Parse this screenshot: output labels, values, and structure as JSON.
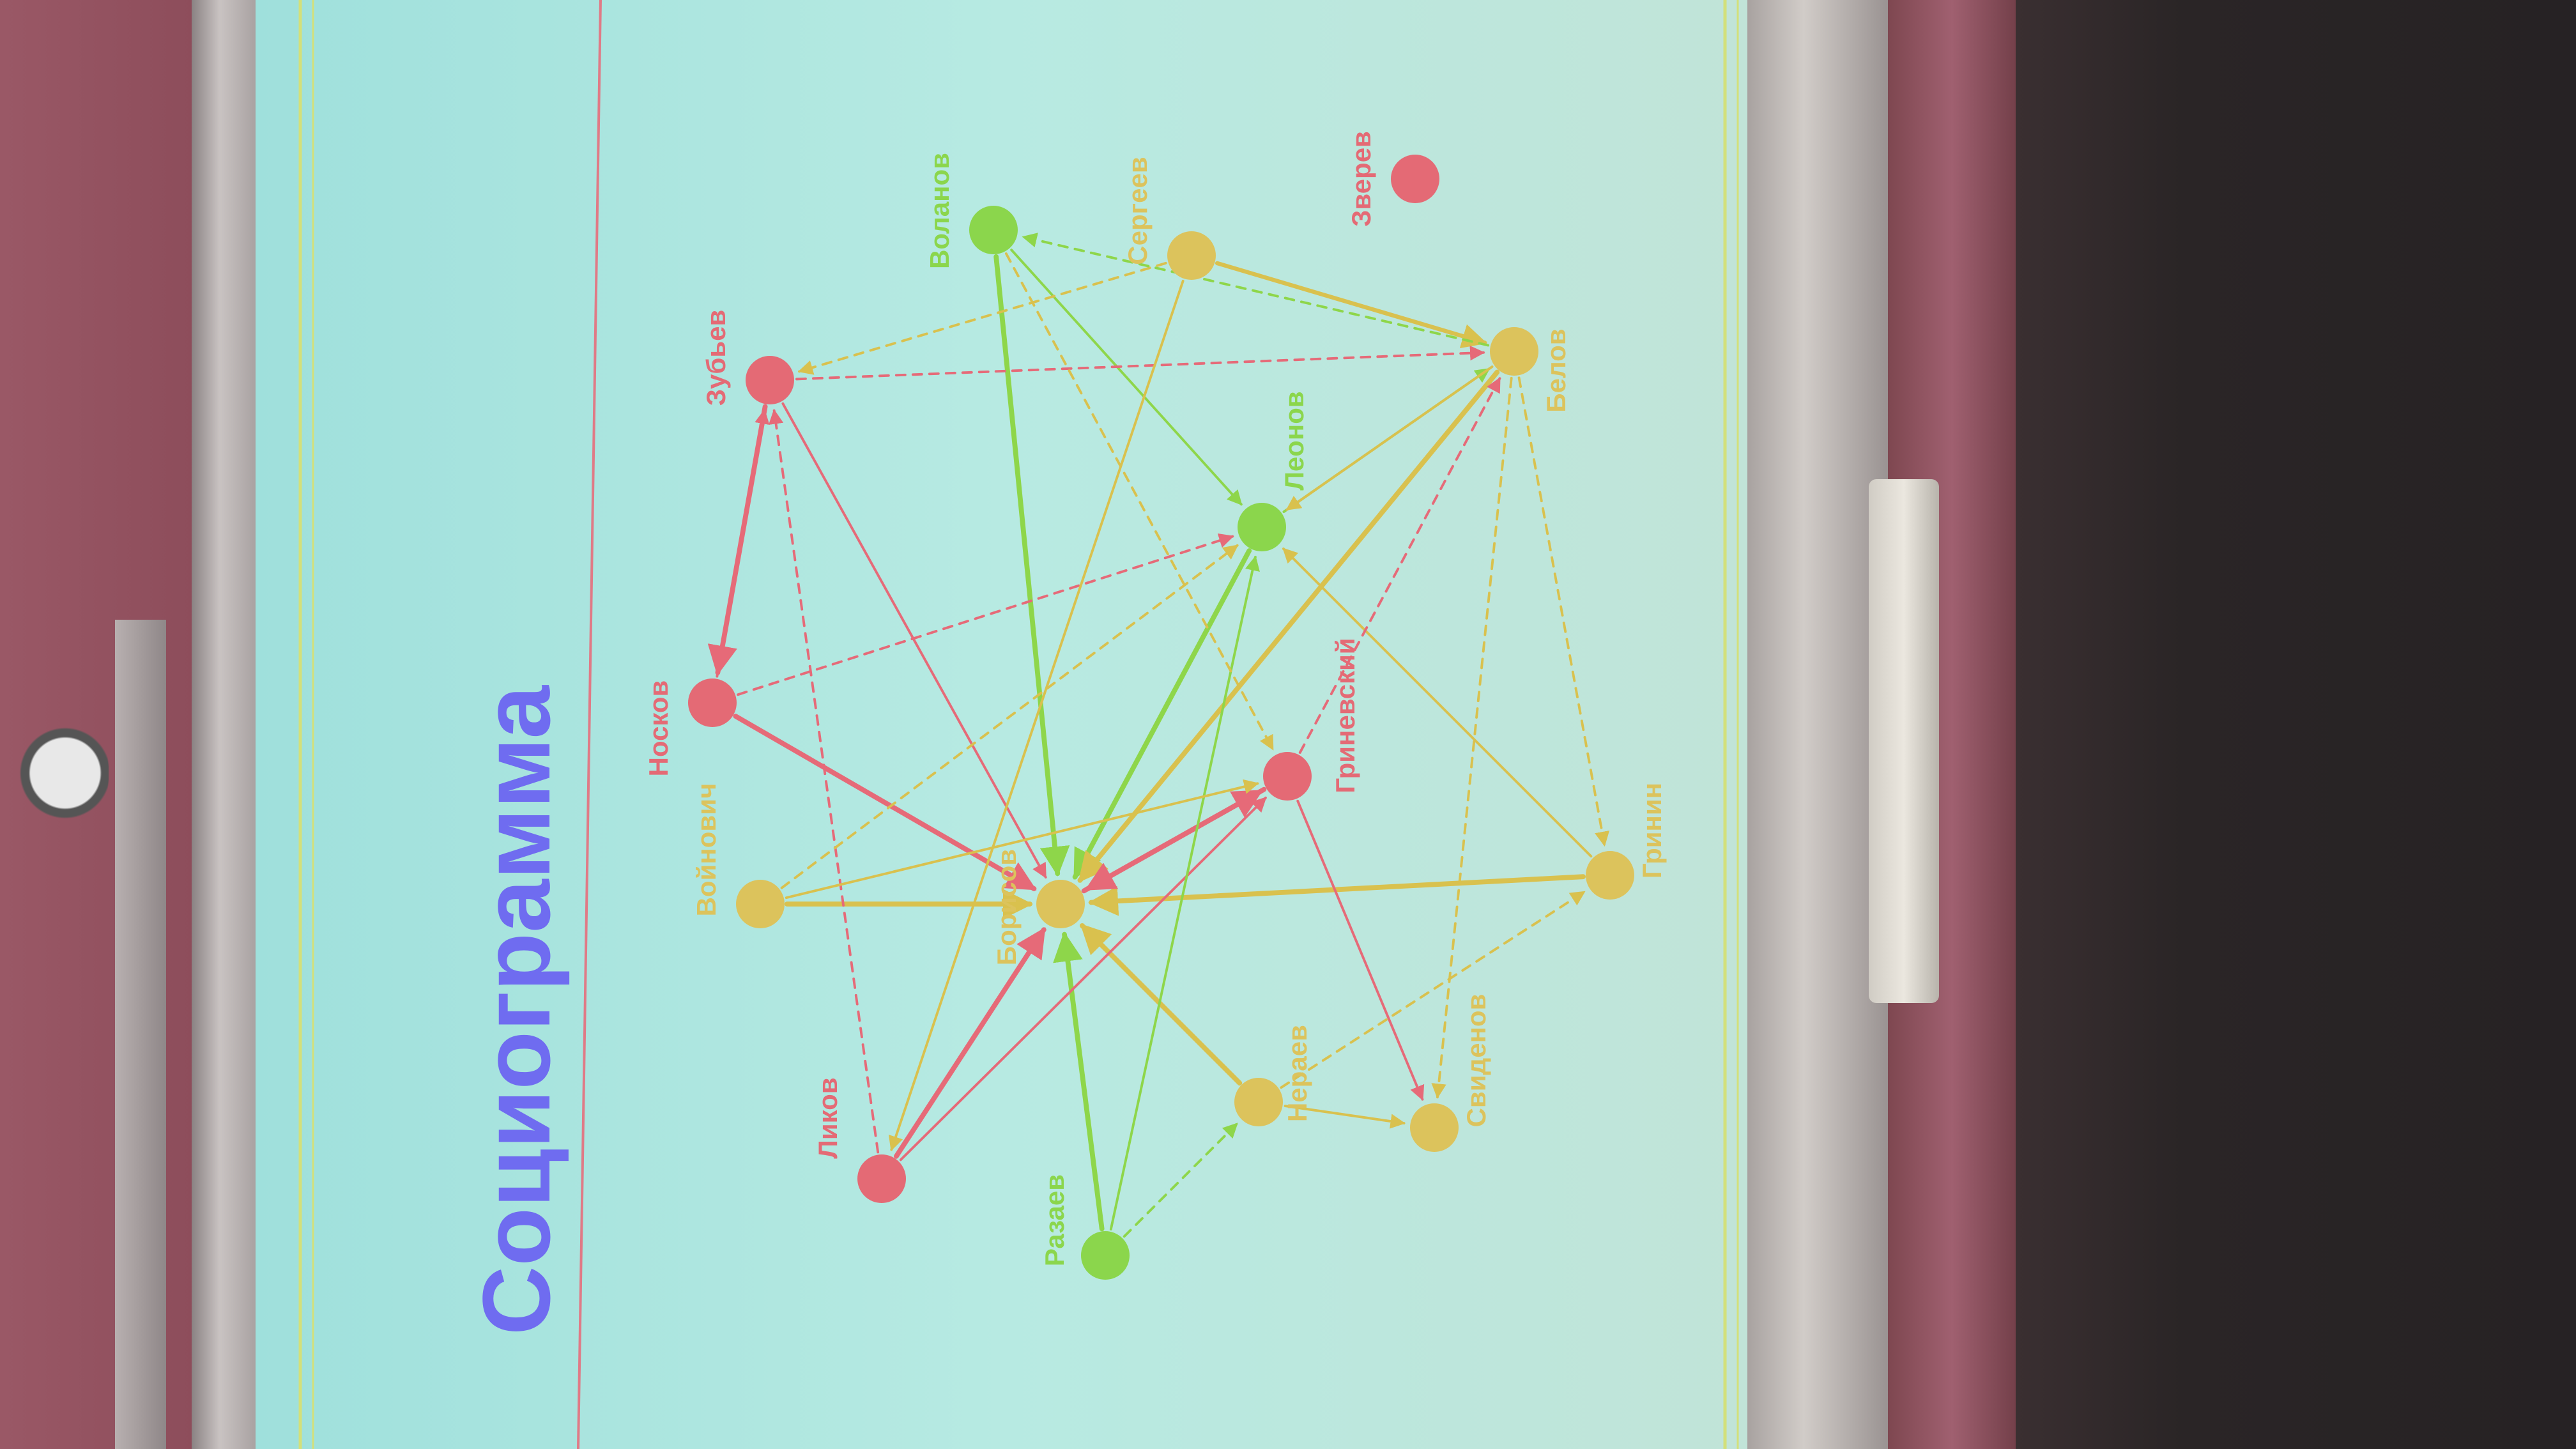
{
  "slide": {
    "title": "Социограмма",
    "colors": {
      "title": "#6f6cf0",
      "rule": "#e07a86",
      "border": "#d3e07a",
      "red": "#e46a75",
      "yellow": "#dcc35c",
      "green": "#8bd64c",
      "edge_red": "#e66a78",
      "edge_yellow": "#d9c14e",
      "edge_green": "#8ed64a"
    }
  },
  "sociogram": {
    "nodes": [
      {
        "id": "zverev",
        "label": "Зверев",
        "group": "red"
      },
      {
        "id": "sergeev",
        "label": "Сергеев",
        "group": "yellow"
      },
      {
        "id": "volanov",
        "label": "Воланов",
        "group": "green"
      },
      {
        "id": "belov",
        "label": "Белов",
        "group": "yellow"
      },
      {
        "id": "zubyev",
        "label": "Зубьев",
        "group": "red"
      },
      {
        "id": "leonov",
        "label": "Леонов",
        "group": "green"
      },
      {
        "id": "noskov",
        "label": "Носков",
        "group": "red"
      },
      {
        "id": "grinevsky",
        "label": "Гриневский",
        "group": "red"
      },
      {
        "id": "voynovich",
        "label": "Войнович",
        "group": "yellow"
      },
      {
        "id": "borisov",
        "label": "Борисов",
        "group": "yellow"
      },
      {
        "id": "grinin",
        "label": "Гринин",
        "group": "yellow"
      },
      {
        "id": "likov",
        "label": "Ликов",
        "group": "red"
      },
      {
        "id": "nerayev",
        "label": "Нераев",
        "group": "yellow"
      },
      {
        "id": "svidenov",
        "label": "Свиденов",
        "group": "yellow"
      },
      {
        "id": "razaev",
        "label": "Разаев",
        "group": "green"
      }
    ],
    "edges": [
      {
        "from": "volanov",
        "to": "borisov",
        "color": "green",
        "dashed": false,
        "weight": 3
      },
      {
        "from": "razaev",
        "to": "borisov",
        "color": "green",
        "dashed": false,
        "weight": 3
      },
      {
        "from": "leonov",
        "to": "borisov",
        "color": "green",
        "dashed": false,
        "weight": 3
      },
      {
        "from": "belov",
        "to": "borisov",
        "color": "yellow",
        "dashed": false,
        "weight": 3
      },
      {
        "from": "grinin",
        "to": "borisov",
        "color": "yellow",
        "dashed": false,
        "weight": 3
      },
      {
        "from": "voynovich",
        "to": "borisov",
        "color": "yellow",
        "dashed": false,
        "weight": 3
      },
      {
        "from": "nerayev",
        "to": "borisov",
        "color": "yellow",
        "dashed": false,
        "weight": 3
      },
      {
        "from": "noskov",
        "to": "borisov",
        "color": "red",
        "dashed": false,
        "weight": 3
      },
      {
        "from": "likov",
        "to": "borisov",
        "color": "red",
        "dashed": false,
        "weight": 3
      },
      {
        "from": "grinevsky",
        "to": "borisov",
        "color": "red",
        "dashed": false,
        "weight": 3
      },
      {
        "from": "borisov",
        "to": "grinevsky",
        "color": "red",
        "dashed": false,
        "weight": 3
      },
      {
        "from": "zubyev",
        "to": "noskov",
        "color": "red",
        "dashed": false,
        "weight": 3
      },
      {
        "from": "noskov",
        "to": "zubyev",
        "color": "red",
        "dashed": false,
        "weight": 1.5
      },
      {
        "from": "zubyev",
        "to": "borisov",
        "color": "red",
        "dashed": false,
        "weight": 1.5
      },
      {
        "from": "likov",
        "to": "grinevsky",
        "color": "red",
        "dashed": false,
        "weight": 1.5
      },
      {
        "from": "grinevsky",
        "to": "svidenov",
        "color": "red",
        "dashed": false,
        "weight": 1.5
      },
      {
        "from": "sergeev",
        "to": "belov",
        "color": "yellow",
        "dashed": false,
        "weight": 2.5
      },
      {
        "from": "leonov",
        "to": "belov",
        "color": "green",
        "dashed": false,
        "weight": 1.5
      },
      {
        "from": "belov",
        "to": "leonov",
        "color": "yellow",
        "dashed": false,
        "weight": 1.5
      },
      {
        "from": "volanov",
        "to": "leonov",
        "color": "green",
        "dashed": false,
        "weight": 1.5
      },
      {
        "from": "razaev",
        "to": "leonov",
        "color": "green",
        "dashed": false,
        "weight": 1.5
      },
      {
        "from": "grinin",
        "to": "leonov",
        "color": "yellow",
        "dashed": false,
        "weight": 1.5
      },
      {
        "from": "nerayev",
        "to": "svidenov",
        "color": "yellow",
        "dashed": false,
        "weight": 1.5
      },
      {
        "from": "zubyev",
        "to": "belov",
        "color": "red",
        "dashed": true,
        "weight": 1.5
      },
      {
        "from": "noskov",
        "to": "leonov",
        "color": "red",
        "dashed": true,
        "weight": 1.5
      },
      {
        "from": "grinevsky",
        "to": "belov",
        "color": "red",
        "dashed": true,
        "weight": 1.5
      },
      {
        "from": "likov",
        "to": "zubyev",
        "color": "red",
        "dashed": true,
        "weight": 1.5
      },
      {
        "from": "sergeev",
        "to": "zubyev",
        "color": "yellow",
        "dashed": true,
        "weight": 1.5
      },
      {
        "from": "sergeev",
        "to": "likov",
        "color": "yellow",
        "dashed": false,
        "weight": 1.5
      },
      {
        "from": "volanov",
        "to": "grinevsky",
        "color": "yellow",
        "dashed": true,
        "weight": 1.5
      },
      {
        "from": "belov",
        "to": "volanov",
        "color": "green",
        "dashed": true,
        "weight": 1.5
      },
      {
        "from": "belov",
        "to": "svidenov",
        "color": "yellow",
        "dashed": true,
        "weight": 1.5
      },
      {
        "from": "belov",
        "to": "grinin",
        "color": "yellow",
        "dashed": true,
        "weight": 1.5
      },
      {
        "from": "voynovich",
        "to": "leonov",
        "color": "yellow",
        "dashed": true,
        "weight": 1.5
      },
      {
        "from": "voynovich",
        "to": "grinevsky",
        "color": "yellow",
        "dashed": false,
        "weight": 1.5
      },
      {
        "from": "razaev",
        "to": "nerayev",
        "color": "green",
        "dashed": true,
        "weight": 1.5
      },
      {
        "from": "nerayev",
        "to": "grinin",
        "color": "yellow",
        "dashed": true,
        "weight": 1.5
      }
    ]
  }
}
